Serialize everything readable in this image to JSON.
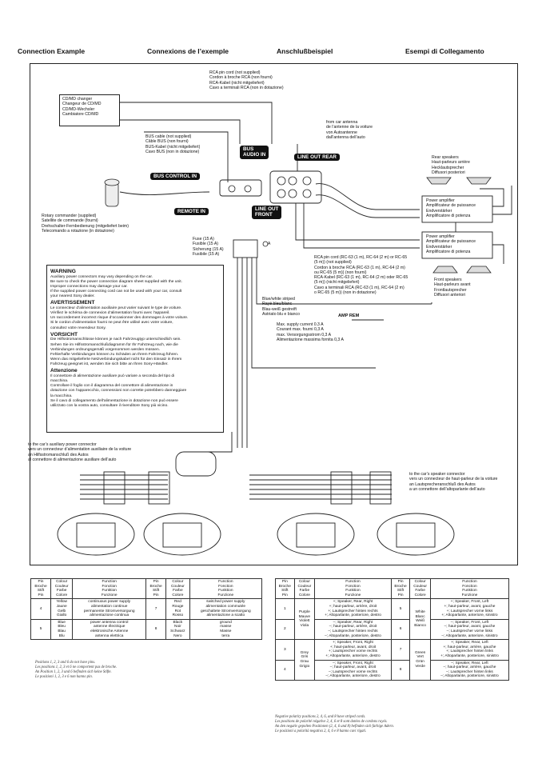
{
  "headers": {
    "en": "Connection Example",
    "fr": "Connexions de l’exemple",
    "de": "Anschlußbeispiel",
    "it": "Esempi di Collegamento"
  },
  "labels": {
    "rca_pin_cord": "RCA pin cord (not supplied)\nCordon à broche RCA (non fourni)\nRCA-Kabel (nicht mitgeliefert)\nCavo a terminali RCA (non in dotazione)",
    "cd_changer": "CD/MD changer\nChangeur de CD/MD\nCD/MD-Wechsler\nCambiatore CD/MD",
    "bus_cable": "BUS cable (not supplied)\nCâble BUS (non fourni)\nBUS-Kabel (nicht mitgeliefert)\nCavo BUS (non in dotazione)",
    "from_antenna": "from car antenna\nde l’antenne de la voiture\nvon Autoantenne\ndall’antenna dell’auto",
    "rear_speakers": "Rear speakers\nHaut-parleurs arrière\nHecklautsprecher\nDiffusori posteriori",
    "rotary_commander": "Rotary commander (supplied)\nSatellite de commande (fourni)\nDrehschalter-Fernbedienung (mitgeliefert beim)\nTelecomando a rotazione (in dotazione)",
    "power_amp_1": "Power amplifier\nAmplificateur de puissance\nEndverstärker\nAmplificatore di potenza",
    "power_amp_2": "Power amplifier\nAmplificateur de puissance\nEndverstärker\nAmplificatore di potenza",
    "fuse": "Fuse (15 A)\nFusible (15 A)\nSicherung (15 A)\nFusibile (15 A)",
    "rca_pin_cord_rc": "RCA pin cord (RC-63 (1 m), RC-64 (2 m) or RC-65\n(5 m)) (not supplied)\nCordon à broche RCA (RC-63 (1 m), RC-64 (2 m)\nou RC-65 (5 m)) (non fourni)\nRCA-Kabel (RC-63 (1 m), RC-64 (2 m) oder RC-65\n(5 m)) (nicht mitgeliefert)\nCavo a terminali RCA (RC-63 (1 m), RC-64 (2 m)\no RC-65 (5 m)) (non in dotazione)",
    "front_speakers": "Front speakers\nHaut-parleurs avant\nFrontlautsprecher\nDiffusori anteriori",
    "blue_white": "Blue/white striped\nRayé bleu/blanc\nBlau-weiß gestreift\nAstriato blu e bianco",
    "max_supply": "Max. supply current 0.3 A\nCourant max. fourni 0,3 A\nmax. Versorgungsstrom 0,3 A\nAlimentazione massima fornita 0,3 A",
    "aux_connector": "to the car’s auxiliary power connector\nvers un connecteur d’alimentation auxiliaire de la voiture\nan Hilfsstromanschluß des Autos\nal connettore di alimentazione ausiliare dell’auto",
    "speaker_connector": "to the car’s speaker connector\nvers un connecteur de haut-parleur de la voiture\nan Lautsprecheranschluß des Autos\na un connettore dell’altoparlante dell’auto",
    "circle_a": "A"
  },
  "tags": {
    "bus_audio_in": "BUS\nAUDIO IN",
    "line_out_rear": "LINE OUT REAR",
    "bus_control_in": "BUS CONTROL IN",
    "remote_in": "REMOTE IN",
    "line_out_front": "LINE OUT\nFRONT",
    "amp_rem": "AMP REM"
  },
  "warning": {
    "title_en": "WARNING",
    "body_en": "Auxiliary power connectors may vary depending on the car.\nBe sure to check the power connection diagram sheet supplied with the unit.\nImproper connections may damage your car.\nIf the supplied power connecting cord can not be used with your car, consult\nyour nearest Sony dealer.",
    "title_fr": "AVERTISSEMENT",
    "body_fr": "Le connecteur d’alimentation auxiliaire peut varier suivant le type de voiture.\nVérifiez le schéma de connexion d’alimentation fourni avec l’appareil.\nUn raccordement incorrect risque d’occasionner des dommages à votre voiture.\nSi le cordon d’alimentation fourni ne peut être utilisé avec votre voiture,\nconsultez votre revendeur Sony.",
    "title_de": "VORSICHT",
    "body_de": "Die Hilfsstromanschlüsse können je nach Fahrzeugtyp unterschiedlich sein.\nSehen Sie im Hilfsstromanschlußdiagramm für Ihr Fahrzeug nach, wie die\nVerbindungen ordnungsgemäß vorgenommen werden müssen.\nFehlerhafte Verbindungen können zu Schäden an Ihrem Fahrzeug führen.\nWenn das mitgelieferte Netzverbindungskabel nicht für den Einsatz in Ihrem\nFahrzeug geeignet ist, wenden Sie sich bitte an Ihren Sony-Händler.",
    "title_it": "Attenzione",
    "body_it": "Il connettore di alimentazione ausiliare può variare a seconda del tipo di\nmacchina.\nControllare il foglio con il diagramma del connettore di alimentazione in\ndotazione con l’apparecchio, connessioni non corrette potrebbero danneggiare\nla macchina.\nSe il cavo di collegamento dell’alimentazione in dotazione non può essere\nutilizzato con la vostra auto, consultare il rivenditore Sony più vicino."
  },
  "table_left": {
    "headers": [
      "Pin\nBroche\nStift\nPin",
      "Colour\nCouleur\nFarbe\nColore",
      "Function\nFonction\nFunktion\nFunzione",
      "Pin\nBroche\nStift\nPin",
      "Colour\nCouleur\nFarbe\nColore",
      "Function\nFonction\nFunktion\nFunzione"
    ],
    "rows": [
      [
        "4",
        "Yellow\nJaune\nGelb\nGiallo",
        "continuous power supply\nalimentation continue\npermanente Stromversorgung\nalimentazione continua",
        "7",
        "Red\nRouge\nRot\nRosso",
        "switched power supply\nalimentation commutée\ngeschaltete Stromversorgung\nalimentazione a scatto"
      ],
      [
        "5",
        "Blue\nBleu\nBlau\nBlu",
        "power antenna control\nantenne électrique\nelektronische Antenne\nantenna elettrica",
        "8",
        "Black\nNoir\nSchwarz\nNero",
        "ground\nmasse\nMasse\nterra"
      ]
    ],
    "note": "Positions 1, 2, 3 and 6 do not have pins.\nLes positions 1, 2, 3 et 6 ne comportent pas de broche.\nAn Position 1, 2, 3 und 6 befinden sich keine Stifte.\nLe posizioni 1, 2, 3 e 6 non hanno pin."
  },
  "table_right": {
    "headers": [
      "Pin\nBroche\nStift\nPin",
      "Colour\nCouleur\nFarbe\nColore",
      "Function\nFonction\nFunktion\nFunzione",
      "Pin\nBroche\nStift\nPin",
      "Colour\nCouleur\nFarbe\nColore",
      "Function\nFonction\nFunktion\nFunzione"
    ],
    "rows": [
      [
        "1",
        "Purple\nMauve\nViolett\nViola",
        "+; Speaker, Rear, Right\n+; haut-parleur, arrière, droit\n+; Lautsprecher hinten rechts\n+; Altoparlante, posteriore, destro",
        "5",
        "White\nBlanc\nWeiß\nBianco",
        "+; Speaker, Front, Left\n+; haut-parleur, avant, gauche\n+; Lautsprecher vorne links\n+; Altoparlante, anteriore, sinistro"
      ],
      [
        "2",
        "",
        "–; Speaker, Rear, Right\n–; haut-parleur, arrière, droit\n–; Lautsprecher hinten rechts\n–; Altoparlante, posteriore, destro",
        "6",
        "",
        "–; Speaker, Front, Left\n–; haut-parleur, avant, gauche\n–; Lautsprecher vorne links\n–; Altoparlante, anteriore, sinistro"
      ],
      [
        "3",
        "Grey\nGris\nGrau\nGrigio",
        "+; Speaker, Front, Right\n+; haut-parleur, avant, droit\n+; Lautsprecher vorne rechts\n+; Altoparlante, anteriore, destro",
        "7",
        "Green\nVert\nGrün\nVerde",
        "+; Speaker, Rear, Left\n+; haut-parleur, arrière, gauche\n+; Lautsprecher hinten links\n+; Altoparlante, posteriore, sinistro"
      ],
      [
        "4",
        "",
        "–; Speaker, Front, Right\n–; haut-parleur, avant, droit\n–; Lautsprecher vorne rechts\n–; Altoparlante, anteriore, destro",
        "8",
        "",
        "–; Speaker, Rear, Left\n–; haut-parleur, arrière, gauche\n–; Lautsprecher hinten links\n–; Altoparlante, posteriore, sinistro"
      ]
    ],
    "note": "Negative polarity positions 2, 4, 6, and 8 have striped cords.\nLes positions de polarité négative 2, 4, 6 et 8 sont dotées de cordons rayés.\nAn den negativ gepolten Positionen (2, 4, 6 und 8) befinden sich farbige Adern.\nLe posizioni a polarità negativa 2, 4, 6 e 8 hanno cavi rigati."
  }
}
